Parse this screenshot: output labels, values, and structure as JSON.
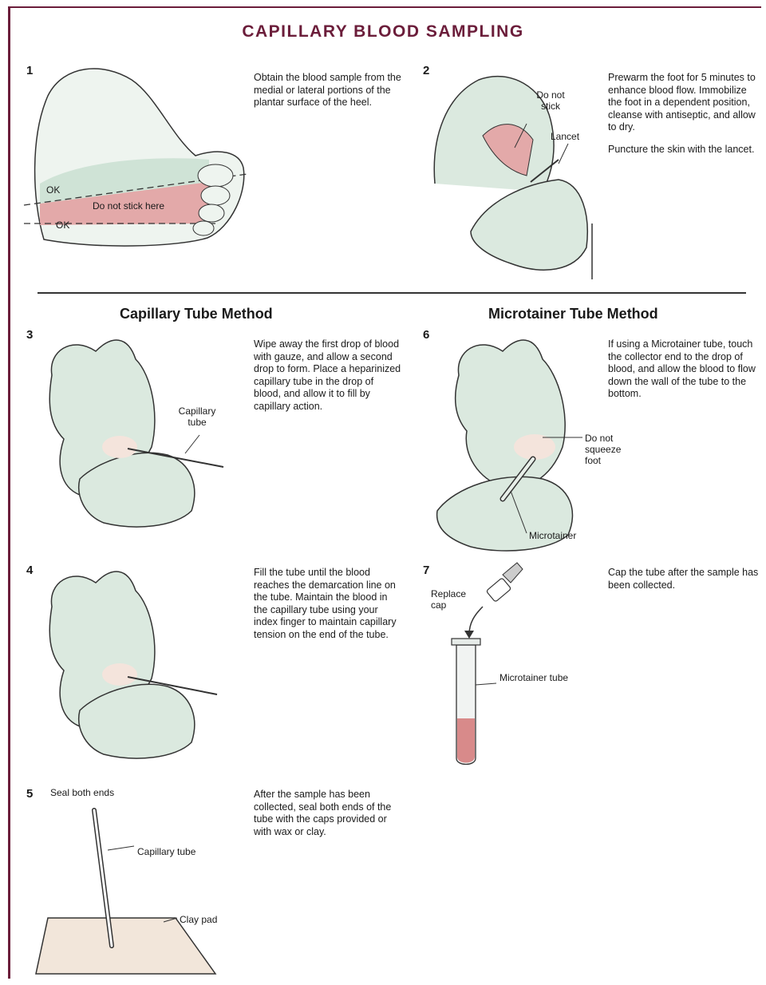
{
  "title": "CAPILLARY BLOOD SAMPLING",
  "colors": {
    "title": "#6b1d3a",
    "skin": "#dbe9df",
    "skin_outline": "#333333",
    "warm": "#f4e4dc",
    "danger": "#e0a6a6",
    "blood": "#d88a8a"
  },
  "steps": [
    {
      "number": "1",
      "text": [
        "Obtain the blood sample from the medial or lateral portions of the plantar surface of the heel."
      ],
      "labels": {
        "ok_top": "OK",
        "no_stick": "Do not stick here",
        "ok_bottom": "OK"
      }
    },
    {
      "number": "2",
      "text": [
        "Prewarm the foot for 5 minutes to enhance blood flow. Immobilize the foot in a dependent position, cleanse with antiseptic, and allow to dry.",
        "Puncture the skin with the lancet."
      ],
      "labels": {
        "do_not_stick": "Do not stick",
        "lancet": "Lancet"
      }
    },
    {
      "number": "3",
      "text": [
        "Wipe away the first drop of blood with gauze, and allow a second drop to form. Place a heparinized capillary tube in the drop of blood, and allow it to fill by capillary action."
      ],
      "labels": {
        "capillary_tube": "Capillary tube"
      }
    },
    {
      "number": "4",
      "text": [
        "Fill the tube until the blood reaches the demarcation line on the tube. Maintain the blood in the capillary tube using your index finger to maintain capillary tension on the end of the tube."
      ]
    },
    {
      "number": "5",
      "text": [
        "After the sample has been collected, seal both ends of the tube with the caps provided or with wax or clay."
      ],
      "labels": {
        "seal": "Seal both ends",
        "capillary_tube": "Capillary tube",
        "clay_pad": "Clay pad"
      }
    },
    {
      "number": "6",
      "text": [
        "If using a Microtainer tube, touch the collector end to the drop of blood, and allow the blood to flow down the wall of the tube to the bottom."
      ],
      "labels": {
        "do_not_squeeze": "Do not squeeze foot",
        "microtainer": "Microtainer"
      }
    },
    {
      "number": "7",
      "text": [
        "Cap the tube after the sample has been collected."
      ],
      "labels": {
        "replace_cap": "Replace cap",
        "microtainer_tube": "Microtainer tube"
      }
    }
  ],
  "sections": {
    "capillary": "Capillary Tube Method",
    "microtainer": "Microtainer Tube Method"
  }
}
